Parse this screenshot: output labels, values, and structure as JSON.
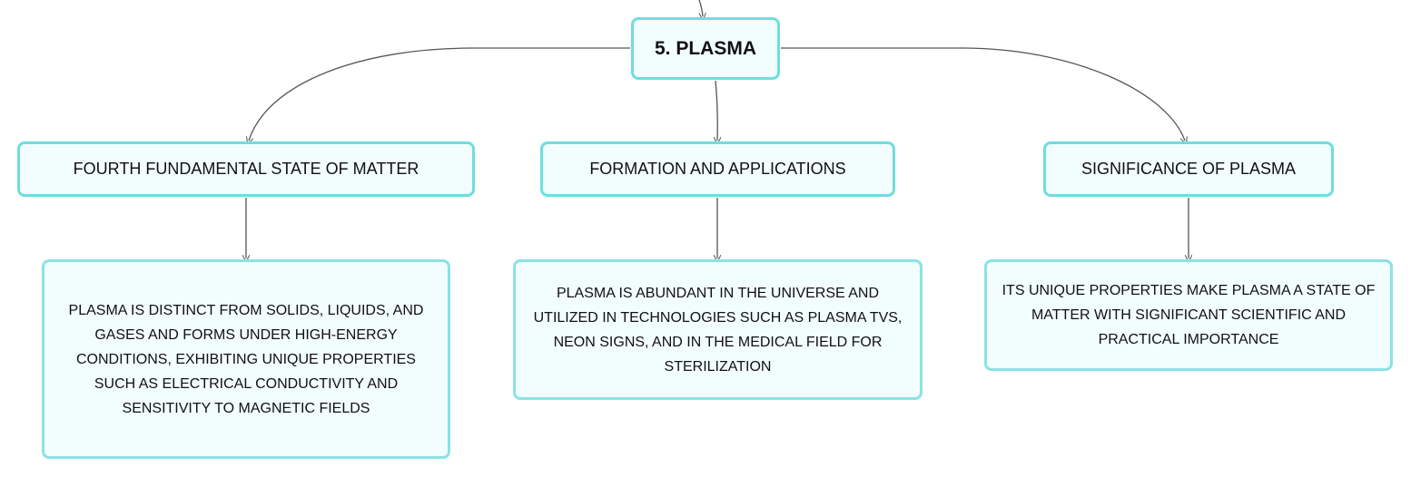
{
  "root": {
    "label": "5. PLASMA"
  },
  "topics": [
    {
      "label": "FOURTH FUNDAMENTAL STATE OF MATTER",
      "detail": "PLASMA IS DISTINCT FROM SOLIDS, LIQUIDS, AND GASES AND FORMS UNDER HIGH-ENERGY CONDITIONS, EXHIBITING UNIQUE PROPERTIES SUCH AS ELECTRICAL CONDUCTIVITY AND SENSITIVITY TO MAGNETIC FIELDS"
    },
    {
      "label": "FORMATION AND APPLICATIONS",
      "detail": "PLASMA IS ABUNDANT IN THE UNIVERSE AND UTILIZED IN TECHNOLOGIES SUCH AS PLASMA TVS, NEON SIGNS, AND IN THE MEDICAL FIELD FOR STERILIZATION"
    },
    {
      "label": "SIGNIFICANCE OF PLASMA",
      "detail": "ITS UNIQUE PROPERTIES MAKE PLASMA A STATE OF MATTER WITH SIGNIFICANT SCIENTIFIC AND PRACTICAL IMPORTANCE"
    }
  ],
  "colors": {
    "node_fill": "#f2fdfd",
    "node_border": "#6fdde0",
    "connector": "#555555"
  }
}
